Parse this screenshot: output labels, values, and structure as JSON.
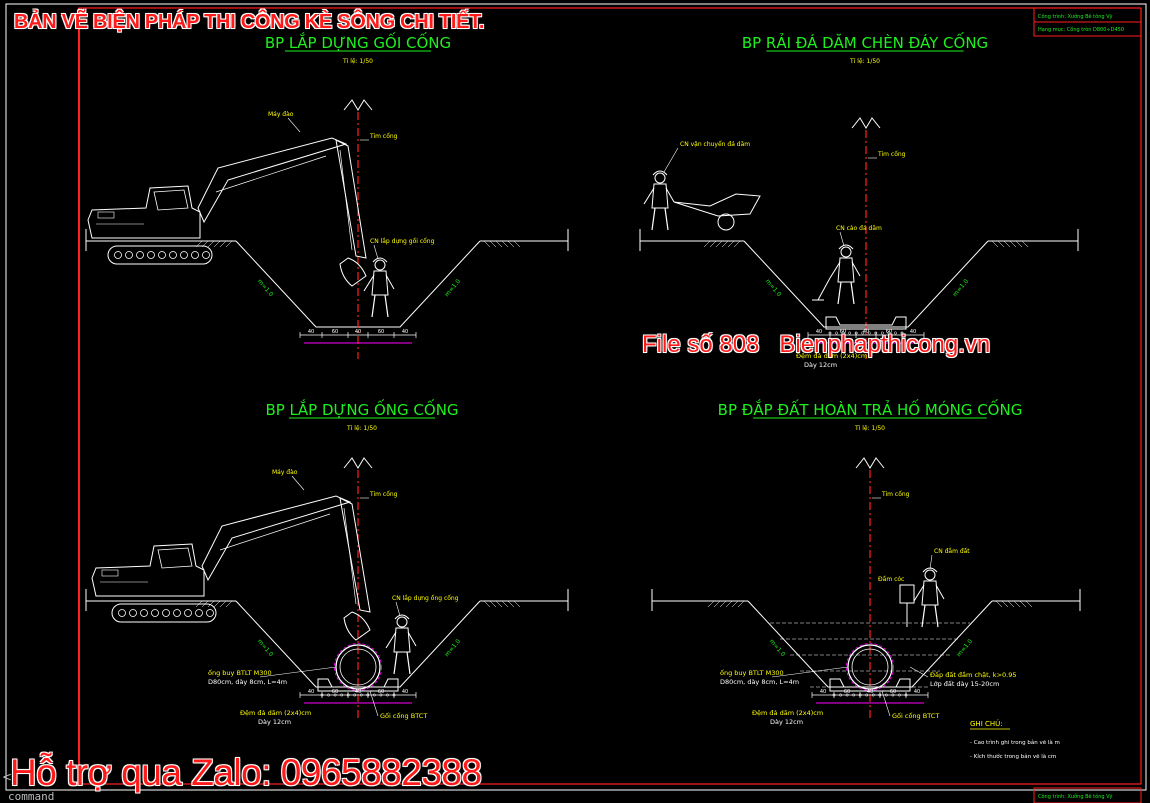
{
  "overlay": {
    "top_title": "BẢN VẼ BIỆN PHÁP THI CÔNG KÈ SÔNG CHI TIẾT.",
    "file_label": "File số 808   Bienphapthicong.vn",
    "support": "Hỗ trợ qua Zalo: 0965882388"
  },
  "cad": {
    "command_prompt": "command",
    "scroll_left": "<",
    "title_block": {
      "line1": "Công trình: Xưởng Bê tông Vỹ",
      "line2": "Hạng mục: Cống tròn D800÷D450",
      "bottom": "Công trình: Xưởng Bê tông Vỹ"
    },
    "colors": {
      "heading": "#1ef01e",
      "label": "#ffff00",
      "line": "#ffffff",
      "center": "#ff2020",
      "dim": "#ff00ff",
      "border": "#ff2020",
      "cyan": "#00ffff"
    },
    "panels": {
      "tl": {
        "title": "BP LẮP DỰNG GỐI CỐNG",
        "scale": "Tỉ lệ: 1/50",
        "labels": {
          "machine": "Máy đào",
          "center": "Tim cống",
          "worker": "CN lắp dựng gối cống",
          "slope_l": "m=1.0",
          "slope_r": "m=1.0",
          "dims": [
            "40",
            "60",
            "40",
            "60",
            "40"
          ]
        }
      },
      "tr": {
        "title": "BP RẢI ĐÁ DĂM CHÈN ĐÁY CỐNG",
        "scale": "Tỉ lệ: 1/50",
        "labels": {
          "cart_worker": "CN vận chuyển đá dăm",
          "center": "Tim cống",
          "worker": "CN cào đá dăm",
          "slope_l": "m=1.0",
          "slope_r": "m=1.0",
          "dims": [
            "40",
            "60",
            "40",
            "60",
            "40"
          ],
          "bed1": "Đệm đá dăm (2x4)cm",
          "bed2": "Dày 12cm"
        }
      },
      "bl": {
        "title": "BP LẮP DỰNG ỐNG CỐNG",
        "scale": "Tỉ lệ: 1/50",
        "labels": {
          "machine": "Máy đào",
          "center": "Tim cống",
          "worker": "CN lắp dựng ống cống",
          "slope_l": "m=1.0",
          "slope_r": "m=1.0",
          "pipe1": "ống buy BTLT M300",
          "pipe2": "D80cm, dày 8cm, L=4m",
          "bed1": "Đệm đá dăm (2x4)cm",
          "bed2": "Dày 12cm",
          "seat": "Gối cống BTCT",
          "dims": [
            "40",
            "60",
            "40",
            "60",
            "40"
          ]
        }
      },
      "br": {
        "title": "BP ĐẮP ĐẤT HOÀN TRẢ HỐ MÓNG CỐNG",
        "scale": "Tỉ lệ: 1/50",
        "labels": {
          "center": "Tim cống",
          "worker": "CN đầm đất",
          "compactor": "Đầm cóc",
          "slope_l": "m=1.0",
          "slope_r": "m=1.0",
          "pipe1": "ống buy BTLT M300",
          "pipe2": "D80cm, dày 8cm, L=4m",
          "bed1": "Đệm đá dăm (2x4)cm",
          "bed2": "Dày 12cm",
          "seat": "Gối cống BTCT",
          "fill1": "Đắp đất đầm chặt, k>0.95",
          "fill2": "Lớp đất dày 15-20cm",
          "dims": [
            "40",
            "60",
            "40",
            "60",
            "40"
          ],
          "notes_title": "GHI CHÚ:",
          "note1": "- Cao trình ghi trong bản vẽ là m",
          "note2": "- Kích thước trong bản vẽ là cm"
        }
      }
    }
  }
}
